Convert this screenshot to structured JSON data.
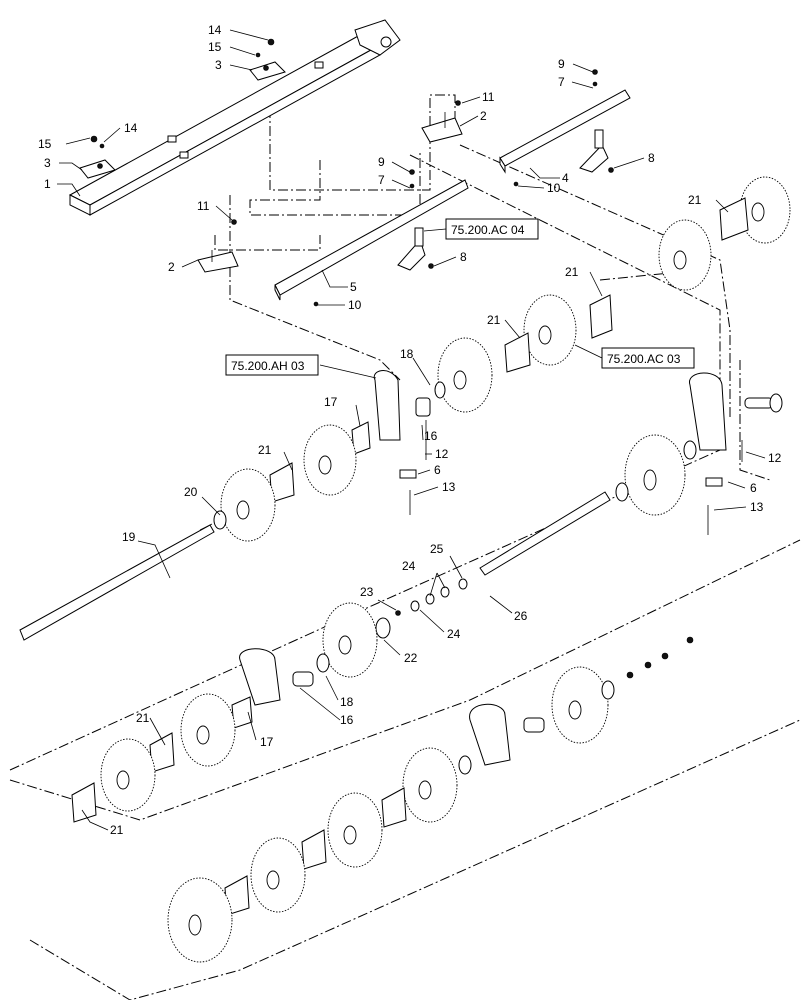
{
  "callouts": {
    "c1": "1",
    "c2a": "2",
    "c2b": "2",
    "c3a": "3",
    "c3b": "3",
    "c4": "4",
    "c5": "5",
    "c6a": "6",
    "c6b": "6",
    "c7a": "7",
    "c7b": "7",
    "c8a": "8",
    "c8b": "8",
    "c9a": "9",
    "c9b": "9",
    "c10a": "10",
    "c10b": "10",
    "c11a": "11",
    "c11b": "11",
    "c12a": "12",
    "c12b": "12",
    "c13a": "13",
    "c13b": "13",
    "c14a": "14",
    "c14b": "14",
    "c15a": "15",
    "c15b": "15",
    "c16a": "16",
    "c16b": "16",
    "c17a": "17",
    "c17b": "17",
    "c18a": "18",
    "c18b": "18",
    "c19": "19",
    "c20": "20",
    "c21a": "21",
    "c21b": "21",
    "c21c": "21",
    "c21d": "21",
    "c21e": "21",
    "c21f": "21",
    "c22": "22",
    "c23": "23",
    "c24a": "24",
    "c24b": "24",
    "c25": "25",
    "c26": "26"
  },
  "references": {
    "ac04": "75.200.AC 04",
    "ah03": "75.200.AH 03",
    "ac03": "75.200.AC 03"
  }
}
